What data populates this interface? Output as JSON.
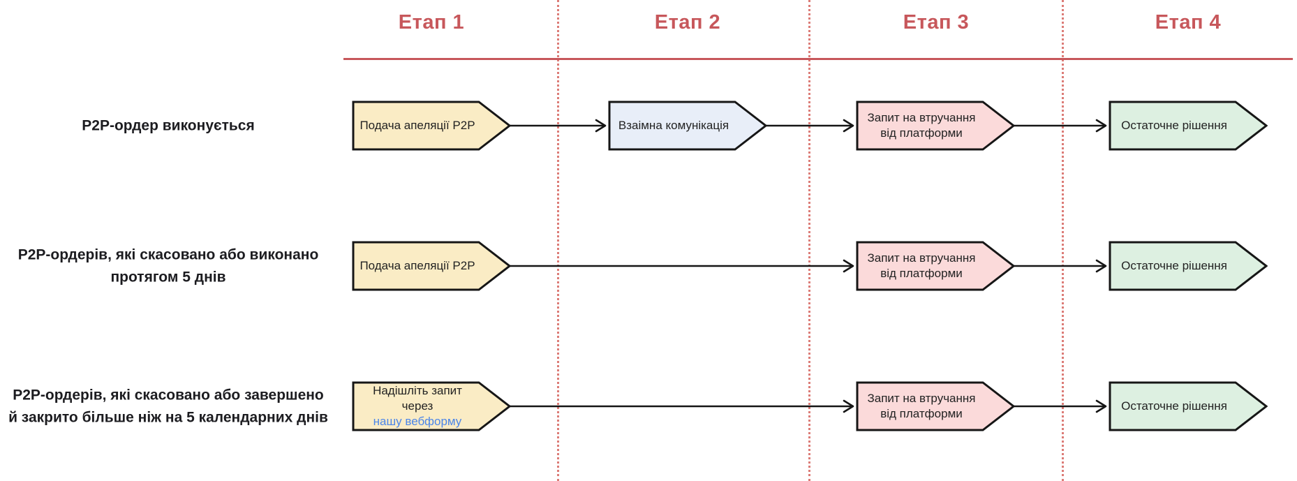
{
  "stages": [
    {
      "label": "Етап 1"
    },
    {
      "label": "Етап 2"
    },
    {
      "label": "Етап 3"
    },
    {
      "label": "Етап 4"
    }
  ],
  "rows": [
    {
      "label": "P2P-ордер виконується",
      "steps": [
        {
          "label": "Подача апеляції P2P",
          "color": "yellow"
        },
        {
          "label": "Взаімна комунікація",
          "color": "blue"
        },
        {
          "label": "Запит на втручання від платформи",
          "color": "pink"
        },
        {
          "label": "Остаточне рішення",
          "color": "green"
        }
      ]
    },
    {
      "label": "P2P-ордерів, які скасовано або виконано протягом 5 днів",
      "steps": [
        {
          "label": "Подача апеляції P2P",
          "color": "yellow"
        },
        {
          "label": "Запит на втручання від платформи",
          "color": "pink"
        },
        {
          "label": "Остаточне рішення",
          "color": "green"
        }
      ]
    },
    {
      "label": "P2P-ордерів, які скасовано або завершено й закрито більше ніж на 5 календарних днів",
      "steps": [
        {
          "label": "Надішліть запит через",
          "link_label": "нашу вебформу",
          "color": "yellow"
        },
        {
          "label": "Запит на втручання від платформи",
          "color": "pink"
        },
        {
          "label": "Остаточне рішення",
          "color": "green"
        }
      ]
    }
  ],
  "colors": {
    "stage_header_red": "#c7575b",
    "divider_dotted_red": "#dc7c77",
    "step_yellow_fill": "#faecc5",
    "step_blue_fill": "#e8eef8",
    "step_pink_fill": "#fbdada",
    "step_green_fill": "#ddf0e1",
    "step_border": "#161616",
    "step_text": "#222222",
    "row_label_text": "#1c1c20",
    "link_blue": "#4c86e8",
    "arrow_black": "#151515"
  }
}
